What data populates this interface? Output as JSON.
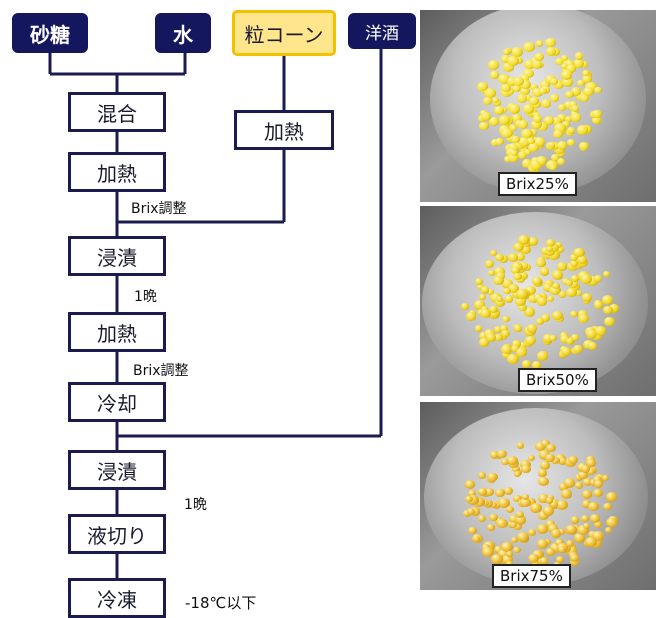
{
  "inputs": {
    "sugar": "砂糖",
    "water": "水",
    "corn": "粒コーン",
    "liquor": "洋酒"
  },
  "steps": {
    "mix": "混合",
    "heat1": "加熱",
    "corn_heat": "加熱",
    "soak1": "浸漬",
    "heat2": "加熱",
    "cool": "冷却",
    "soak2": "浸漬",
    "drain": "液切り",
    "freeze": "冷凍"
  },
  "notes": {
    "brix_adjust_1": "Brix調整",
    "overnight_1": "1晩",
    "brix_adjust_2": "Brix調整",
    "overnight_2": "1晩",
    "freeze_temp": "-18℃以下"
  },
  "photos": [
    {
      "label": "Brix25%",
      "color": "#f3dd2a"
    },
    {
      "label": "Brix50%",
      "color": "#efd21e"
    },
    {
      "label": "Brix75%",
      "color": "#eab62a"
    }
  ],
  "colors": {
    "navy": "#14165e",
    "box_border": "#1b1b50",
    "corn_box_fill": "#ffe68c",
    "corn_box_border": "#f2c200"
  }
}
